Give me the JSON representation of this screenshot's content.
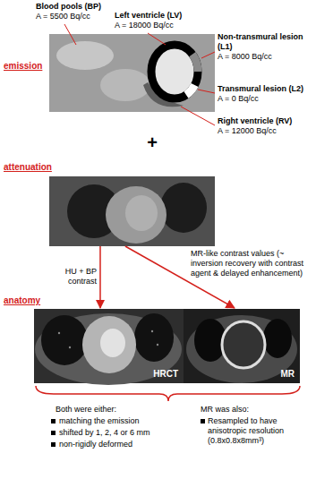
{
  "diagram": {
    "nodes": [
      {
        "text": [
          "emission"
        ]
      },
      {
        "text": [
          "attenuation"
        ]
      },
      {
        "text": [
          "HRCT"
        ]
      },
      {
        "text": [
          "MR"
        ]
      }
    ],
    "edges": [
      {
        "from": 1,
        "to": 2,
        "arrow": "to",
        "label": "HU + BP contrast"
      },
      {
        "from": 1,
        "to": 3,
        "arrow": "to",
        "label": "MR-like contrast values (~ inversion recovery with contrast agent & delayed enhancement)"
      }
    ],
    "labels": [
      "Blood pools (BP)",
      "A = 5500 Bq/cc",
      "Left ventricle (LV)",
      "A = 18000 Bq/cc",
      "Non-transmural lesion (L1)",
      "A = 8000 Bq/cc",
      "Transmural lesion (L2)",
      "A = 0 Bq/cc",
      "Right ventricle (RV)",
      "A = 12000 Bq/cc",
      "+",
      "anatomy",
      "Both were either:",
      "matching the emission",
      "shifted by 1, 2, 4 or 6 mm",
      "non-rigidly deformed",
      "MR was also:",
      "Resampled to have anisotropic resolution (0.8x0.8x8mm³)"
    ]
  }
}
